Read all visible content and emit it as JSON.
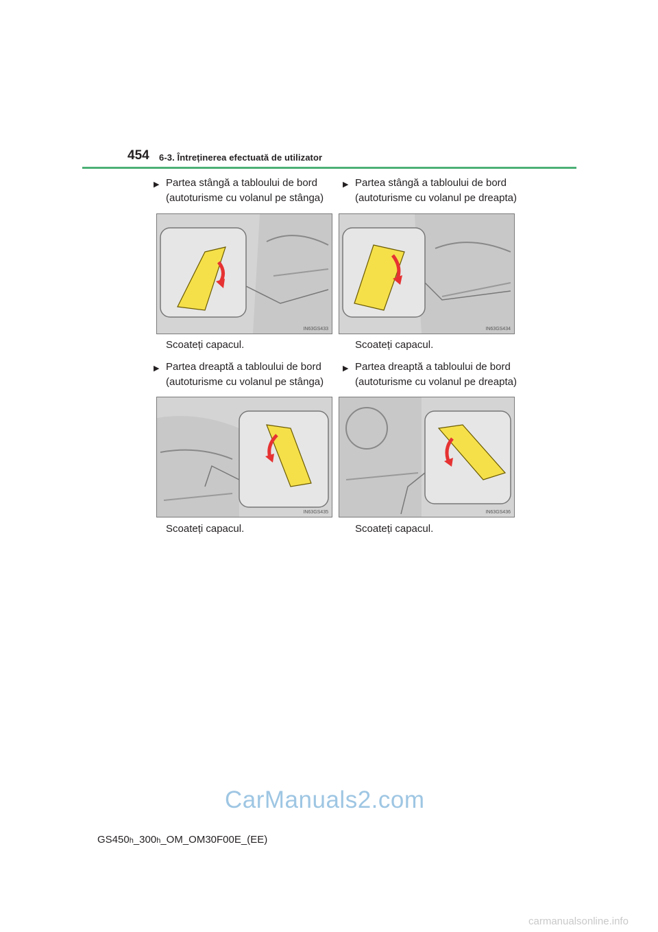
{
  "header": {
    "page_number": "454",
    "section_title": "6-3. Întreținerea efectuată de utilizator"
  },
  "items": [
    {
      "line1": "Partea stângă a tabloului de bord",
      "line2": "(autoturisme cu volanul pe stânga)",
      "figure_code": "IN63GS433",
      "caption": "Scoateți capacul."
    },
    {
      "line1": "Partea stângă a tabloului de bord",
      "line2": "(autoturisme cu volanul pe dreapta)",
      "figure_code": "IN63GS434",
      "caption": "Scoateți capacul."
    },
    {
      "line1": "Partea dreaptă a tabloului de bord",
      "line2": "(autoturisme cu volanul pe stânga)",
      "figure_code": "IN63GS435",
      "caption": "Scoateți capacul."
    },
    {
      "line1": "Partea dreaptă a tabloului de bord",
      "line2": "(autoturisme cu volanul pe dreapta)",
      "figure_code": "IN63GS436",
      "caption": "Scoateți capacul."
    }
  ],
  "bullet_icon": "triangle-right-icon",
  "colors": {
    "accent_rule": "#4caf75",
    "cover_yellow": "#f5e04a",
    "arrow_red": "#e63232"
  },
  "footer": {
    "model_a": "GS450",
    "sub_a": "h",
    "model_b": "_300",
    "sub_b": "h",
    "model_c": "_OM_OM30F00E_(EE)"
  },
  "watermarks": {
    "carmanuals2": "CarManuals2.com",
    "carmanualsonline": "carmanualsonline.info"
  }
}
